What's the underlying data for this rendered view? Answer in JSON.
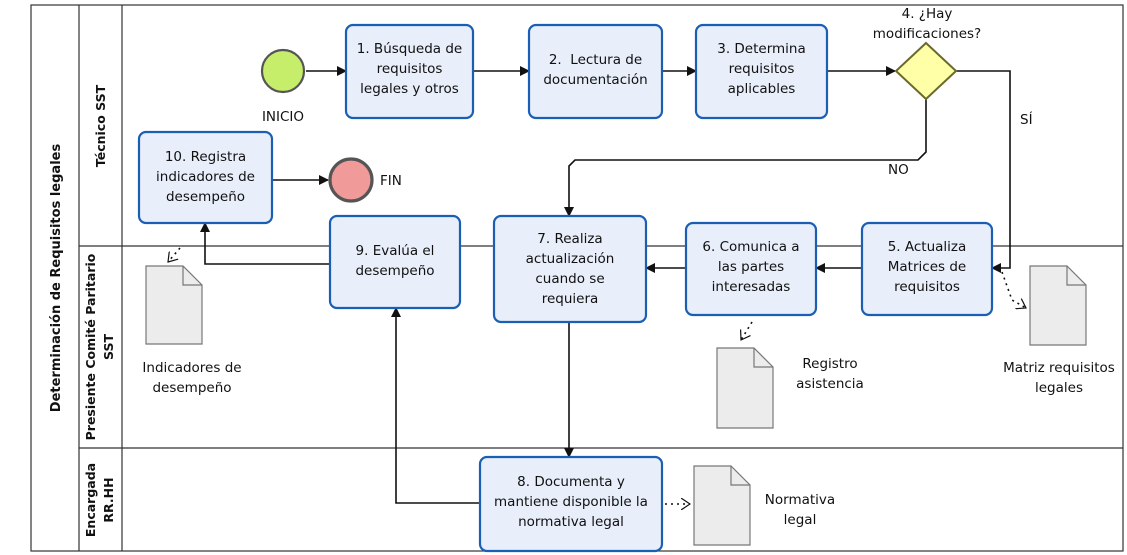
{
  "pool": {
    "title": "Determinación de Requisitos legales"
  },
  "lanes": [
    {
      "id": "tecnico",
      "label": "Técnico SST"
    },
    {
      "id": "presidente",
      "label_line1": "Presiente Comité Paritario",
      "label_line2": "SST"
    },
    {
      "id": "encargada",
      "label_line1": "Encargada",
      "label_line2": "RR.HH"
    }
  ],
  "events": {
    "start": {
      "label": "INICIO",
      "color": "#c6ee6a"
    },
    "end": {
      "label": "FIN",
      "color": "#f09a9a"
    }
  },
  "gateway": {
    "label_line1": "4. ¿Hay",
    "label_line2": "modificaciones?",
    "yes_label": "SÍ",
    "no_label": "NO",
    "color": "#ffffa8"
  },
  "tasks": {
    "t1": [
      "1. Búsqueda de",
      "requisitos",
      "legales y otros"
    ],
    "t2": [
      "2.  Lectura de",
      "documentación"
    ],
    "t3": [
      "3. Determina",
      "requisitos",
      "aplicables"
    ],
    "t5": [
      "5. Actualiza",
      "Matrices de",
      "requisitos"
    ],
    "t6": [
      "6. Comunica a",
      "las partes",
      "interesadas"
    ],
    "t7": [
      "7. Realiza",
      "actualización",
      "cuando se",
      "requiera"
    ],
    "t8": [
      "8. Documenta y",
      "mantiene disponible la",
      "normativa legal"
    ],
    "t9": [
      "9. Evalúa el",
      "desempeño"
    ],
    "t10": [
      "10. Registra",
      "indicadores de",
      "desempeño"
    ]
  },
  "documents": {
    "indicadores": [
      "Indicadores de",
      "desempeño"
    ],
    "registro": [
      "Registro",
      "asistencia"
    ],
    "matriz": [
      "Matriz requisitos",
      "legales"
    ],
    "normativa": [
      "Normativa",
      "legal"
    ]
  },
  "colors": {
    "task_border": "#1a5fb4",
    "task_fill": "#e8eefa",
    "document_fill": "#ececec"
  }
}
